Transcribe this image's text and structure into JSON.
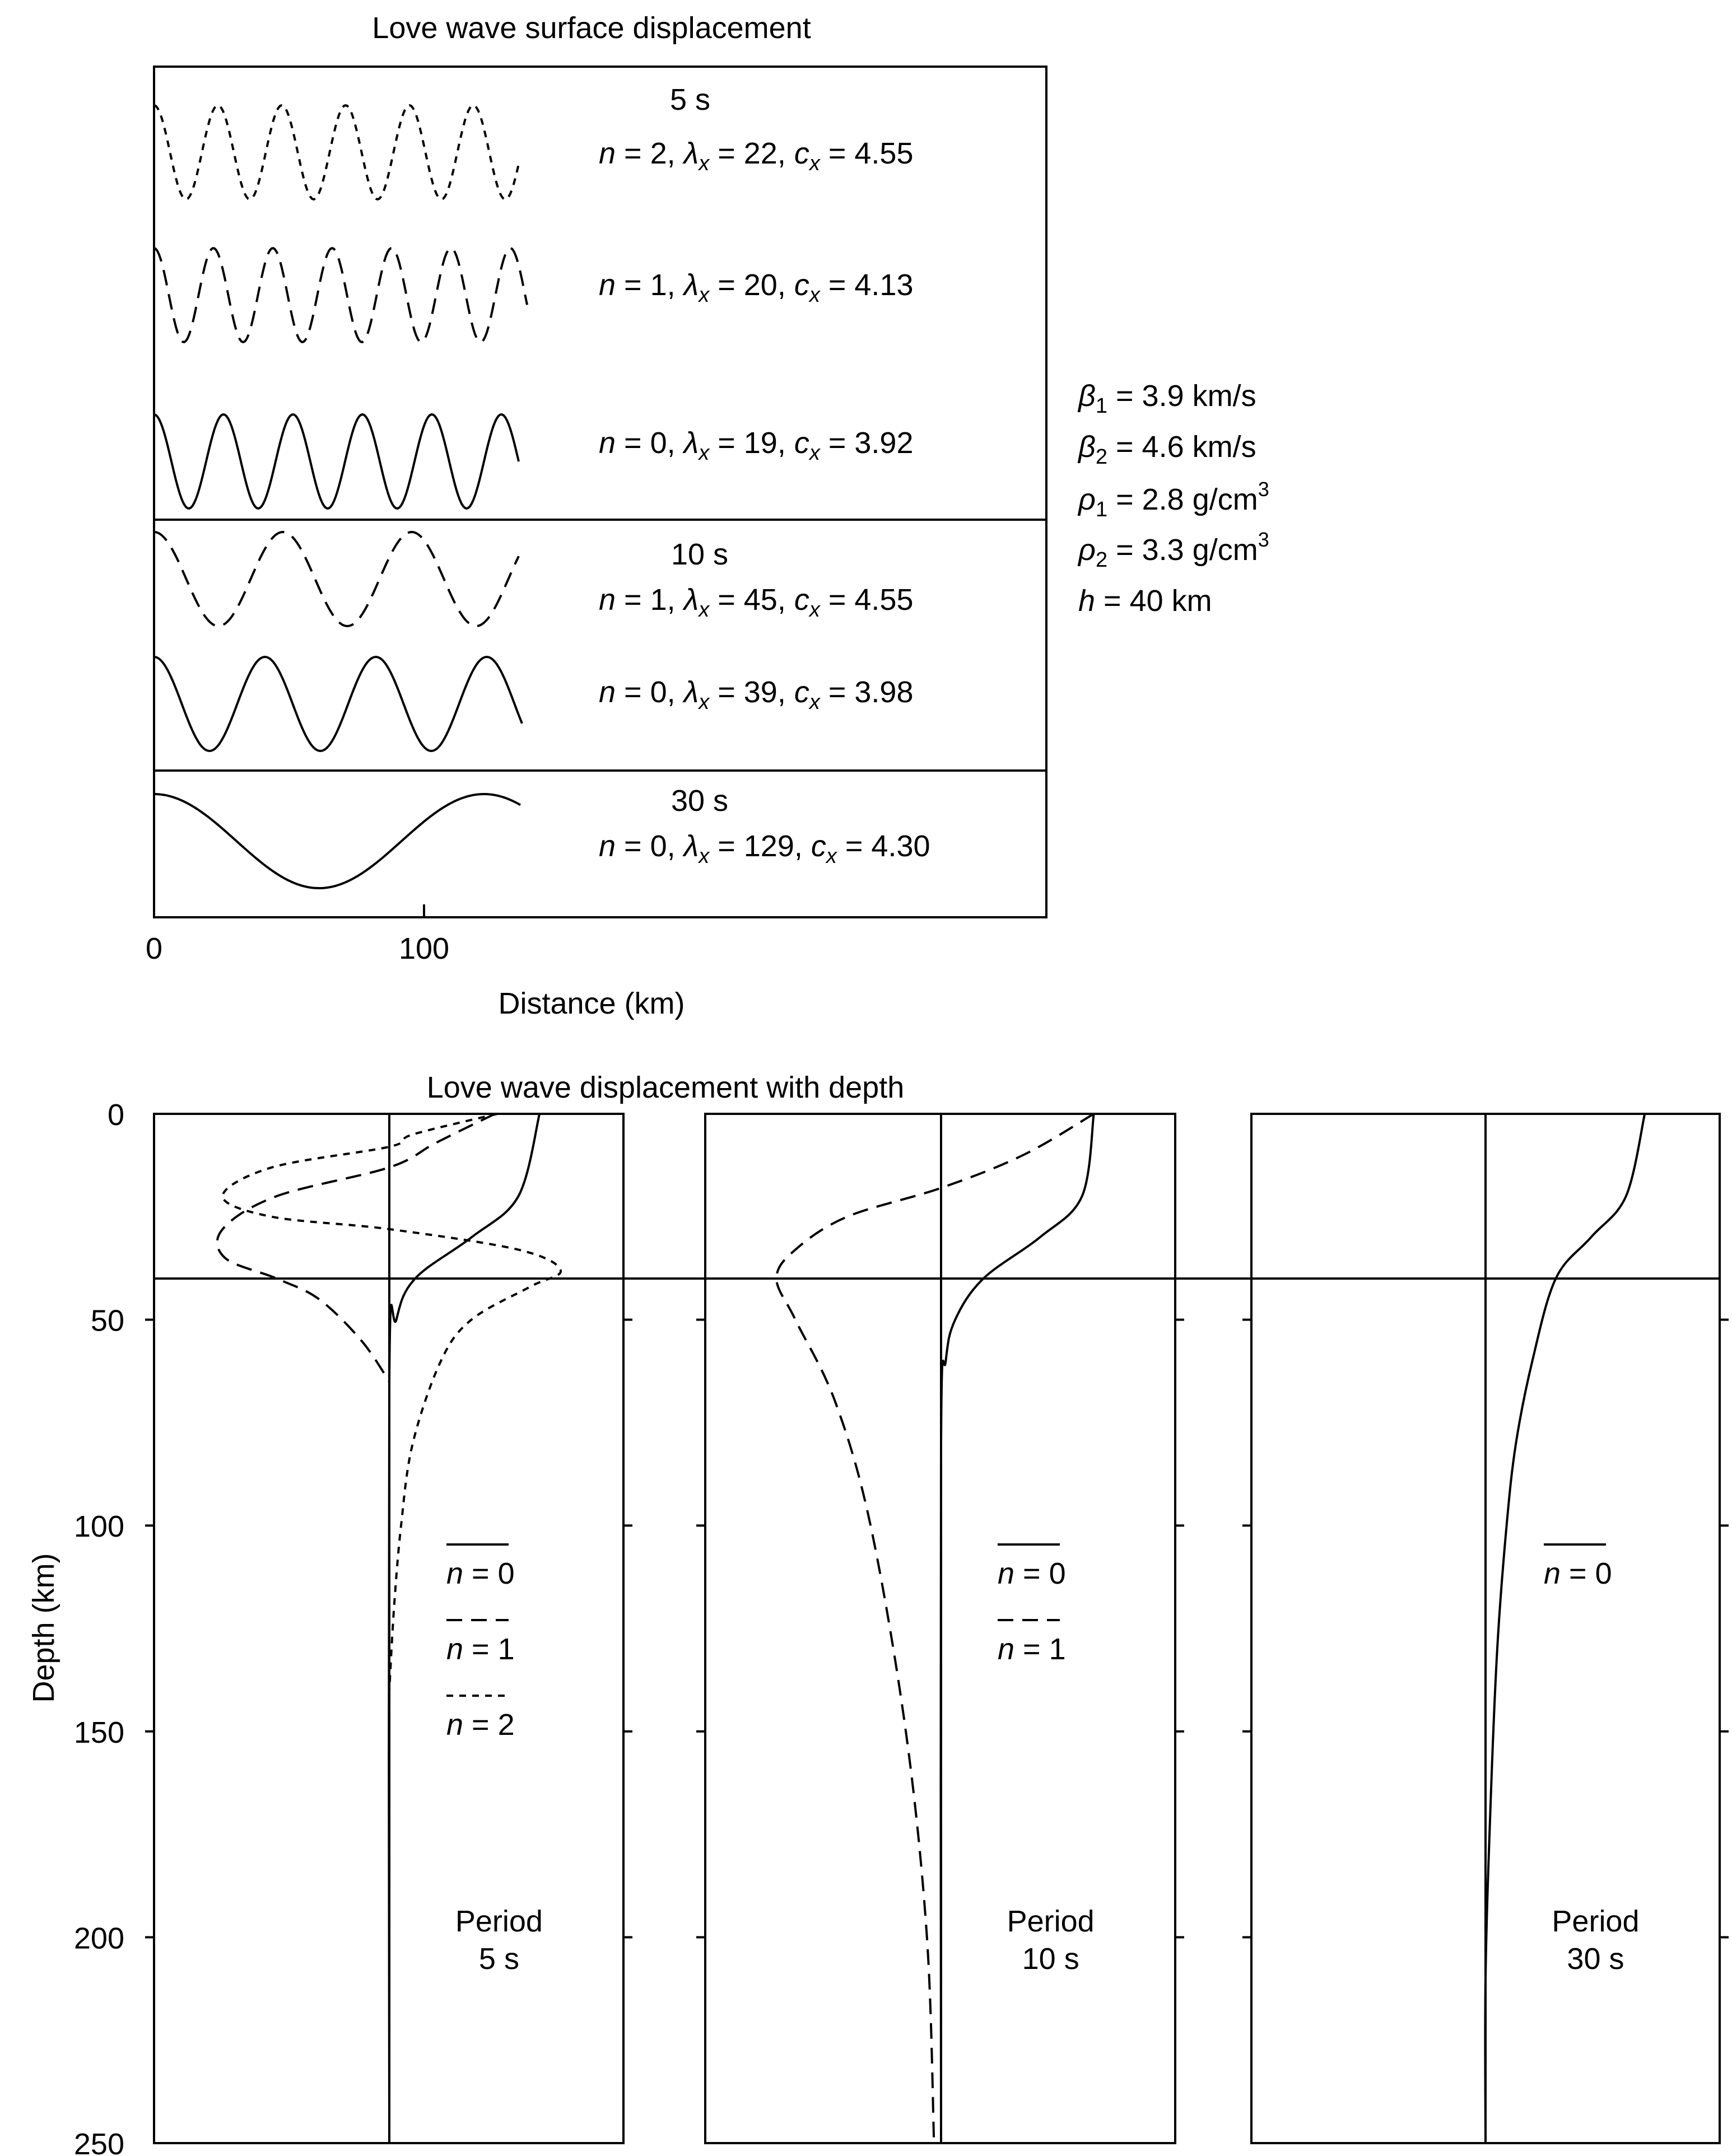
{
  "chart_data": [
    {
      "type": "line",
      "title": "Love wave surface displacement",
      "xlabel": "Distance (km)",
      "xticks": [
        "0",
        "100"
      ],
      "xlim": [
        0,
        330
      ],
      "symbols": {
        "n": "n",
        "lambda": "λ",
        "c": "c",
        "sub": "x"
      },
      "groups": [
        {
          "period": "5 s",
          "modes": [
            {
              "n": 2,
              "lambda": 22,
              "c": "4.55",
              "style": "dotted"
            },
            {
              "n": 1,
              "lambda": 20,
              "c": "4.13",
              "style": "dashed"
            },
            {
              "n": 0,
              "lambda": 19,
              "c": "3.92",
              "style": "solid"
            }
          ]
        },
        {
          "period": "10 s",
          "modes": [
            {
              "n": 1,
              "lambda": 45,
              "c": "4.55",
              "style": "dashed"
            },
            {
              "n": 0,
              "lambda": 39,
              "c": "3.98",
              "style": "solid"
            }
          ]
        },
        {
          "period": "30 s",
          "modes": [
            {
              "n": 0,
              "lambda": 129,
              "c": "4.30",
              "style": "solid"
            }
          ]
        }
      ],
      "parameters": [
        {
          "sym": "β",
          "sub": "1",
          "text": " = 3.9 km/s",
          "sup": ""
        },
        {
          "sym": "β",
          "sub": "2",
          "text": " = 4.6 km/s",
          "sup": ""
        },
        {
          "sym": "ρ",
          "sub": "1",
          "text": " = 2.8 g/cm",
          "sup": "3"
        },
        {
          "sym": "ρ",
          "sub": "2",
          "text": " = 3.3 g/cm",
          "sup": "3"
        },
        {
          "sym": "h",
          "sub": "",
          "text": "  = 40 km",
          "sup": ""
        }
      ]
    },
    {
      "type": "line",
      "title": "Love wave displacement with depth",
      "ylabel": "Depth (km)",
      "ylim": [
        0,
        250
      ],
      "yticks": [
        "0",
        "50",
        "100",
        "150",
        "200",
        "250"
      ],
      "layer_boundary_depth": 40,
      "panels": [
        {
          "period_label": "Period",
          "period": "5 s",
          "legend": [
            "n = 0",
            "n = 1",
            "n = 2"
          ],
          "series": [
            {
              "n": 0,
              "style": "solid",
              "depth": [
                0,
                20,
                30,
                40,
                50,
                65,
                250
              ],
              "displacement": [
                0.64,
                0.55,
                0.35,
                0.11,
                0.03,
                0,
                0
              ]
            },
            {
              "n": 1,
              "style": "dashed",
              "depth": [
                0,
                7,
                13,
                20,
                28,
                35,
                40,
                45,
                55,
                65
              ],
              "displacement": [
                0.45,
                0.2,
                0,
                -0.48,
                -0.71,
                -0.7,
                -0.48,
                -0.3,
                -0.12,
                0
              ]
            },
            {
              "n": 2,
              "style": "dotted",
              "depth": [
                0,
                5,
                8,
                13,
                20,
                25,
                28,
                33,
                38,
                42,
                50,
                60,
                80,
                100,
                120,
                140
              ],
              "displacement": [
                0.46,
                0.1,
                0,
                -0.5,
                -0.71,
                -0.5,
                0,
                0.55,
                0.73,
                0.6,
                0.35,
                0.22,
                0.1,
                0.05,
                0.02,
                0
              ]
            }
          ]
        },
        {
          "period_label": "Period",
          "period": "10 s",
          "legend": [
            "n = 0",
            "n = 1"
          ],
          "series": [
            {
              "n": 0,
              "style": "solid",
              "depth": [
                0,
                20,
                30,
                40,
                50,
                60,
                80,
                250
              ],
              "displacement": [
                0.65,
                0.6,
                0.42,
                0.18,
                0.06,
                0.02,
                0,
                0
              ]
            },
            {
              "n": 1,
              "style": "dashed",
              "depth": [
                0,
                10,
                18,
                25,
                33,
                40,
                50,
                70,
                100,
                150,
                200,
                250
              ],
              "displacement": [
                0.65,
                0.35,
                0,
                -0.4,
                -0.62,
                -0.7,
                -0.62,
                -0.45,
                -0.3,
                -0.15,
                -0.06,
                -0.03
              ]
            }
          ]
        },
        {
          "period_label": "Period",
          "period": "30 s",
          "legend": [
            "n = 0"
          ],
          "series": [
            {
              "n": 0,
              "style": "solid",
              "depth": [
                0,
                20,
                30,
                40,
                60,
                80,
                100,
                130,
                170,
                210,
                250
              ],
              "displacement": [
                0.68,
                0.6,
                0.45,
                0.3,
                0.2,
                0.13,
                0.09,
                0.05,
                0.02,
                0,
                0
              ]
            }
          ]
        }
      ]
    }
  ]
}
